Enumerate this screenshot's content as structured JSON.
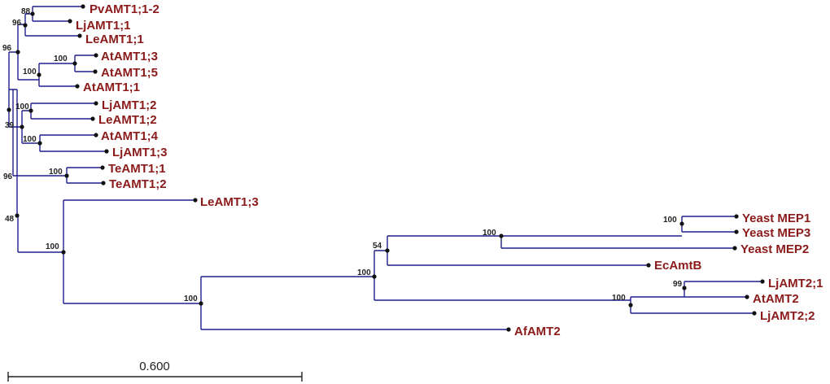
{
  "tree": {
    "taxa": [
      "PvAMT1;1-2",
      "LjAMT1;1",
      "LeAMT1;1",
      "AtAMT1;3",
      "AtAMT1;5",
      "AtAMT1;1",
      "LjAMT1;2",
      "LeAMT1;2",
      "AtAMT1;4",
      "LjAMT1;3",
      "TeAMT1;1",
      "TeAMT1;2",
      "LeAMT1;3",
      "Yeast MEP1",
      "Yeast MEP3",
      "Yeast MEP2",
      "EcAmtB",
      "LjAMT2;1",
      "AtAMT2",
      "LjAMT2;2",
      "AfAMT2"
    ],
    "support_values": [
      "88",
      "96",
      "100",
      "100",
      "96",
      "100",
      "100",
      "39",
      "100",
      "96",
      "48",
      "100",
      "100",
      "100",
      "54",
      "100",
      "99",
      "100"
    ]
  },
  "scale_bar": {
    "label": "0.600",
    "length": 0.6
  },
  "colors": {
    "branch": "#1f1f8f",
    "label": "#8b1a1a",
    "node": "#111111"
  }
}
